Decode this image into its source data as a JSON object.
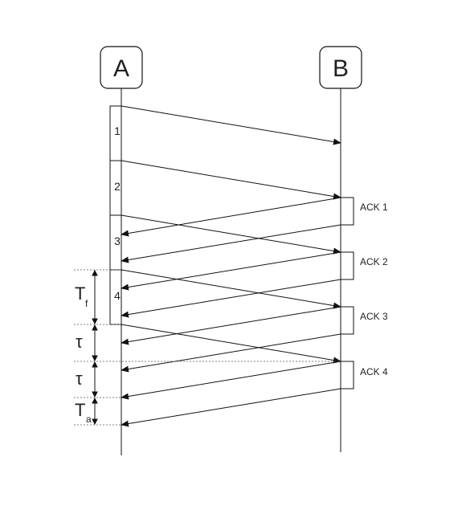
{
  "nodes": {
    "a": "A",
    "b": "B"
  },
  "frames": [
    "1",
    "2",
    "3",
    "4"
  ],
  "acks": [
    "ACK 1",
    "ACK 2",
    "ACK 3",
    "ACK 4"
  ],
  "timing": {
    "tf": {
      "main": "T",
      "sub": "f"
    },
    "tau1": {
      "main": "τ"
    },
    "tau2": {
      "main": "τ"
    },
    "ta": {
      "main": "T",
      "sub": "a"
    }
  },
  "colors": {
    "line": "#111111",
    "dashed": "#555555"
  }
}
